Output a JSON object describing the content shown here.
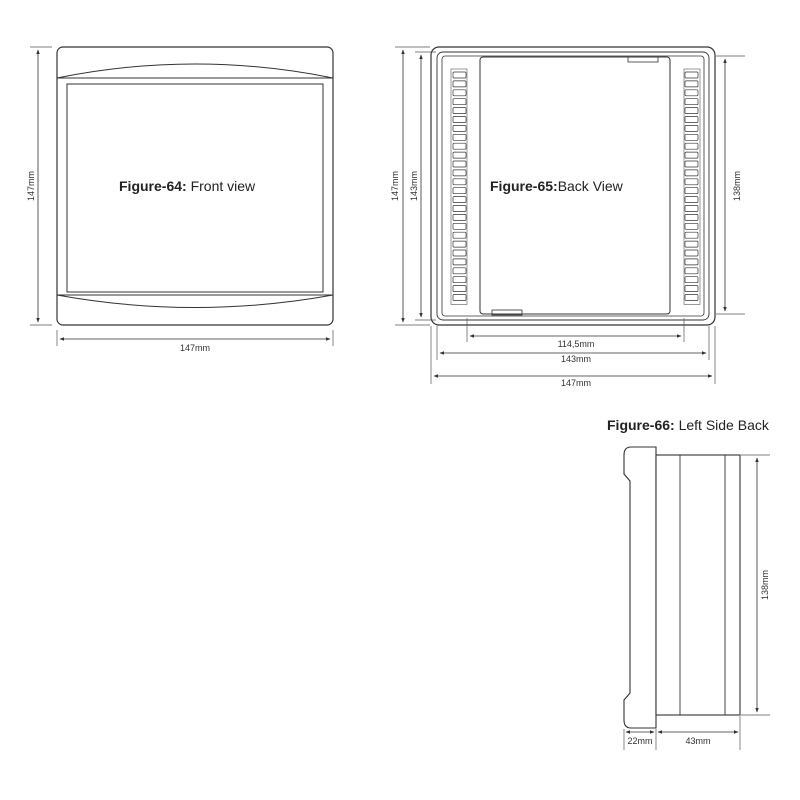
{
  "figures": {
    "front": {
      "label_bold": "Figure-64:",
      "label_text": " Front view",
      "dim_height": "147mm",
      "dim_width": "147mm"
    },
    "back": {
      "label_bold": "Figure-65:",
      "label_text": "Back View",
      "dim_outer_height": "147mm",
      "dim_inner_height": "143mm",
      "dim_right_height": "138mm",
      "dim_terminal_width": "114,5mm",
      "dim_inner_width": "143mm",
      "dim_outer_width": "147mm"
    },
    "side": {
      "label_bold": "Figure-66:",
      "label_text": " Left Side Back",
      "dim_height": "138mm",
      "dim_front_depth": "22mm",
      "dim_back_depth": "43mm"
    }
  },
  "colors": {
    "line": "#333333",
    "panel_fill": "#ffffff"
  }
}
